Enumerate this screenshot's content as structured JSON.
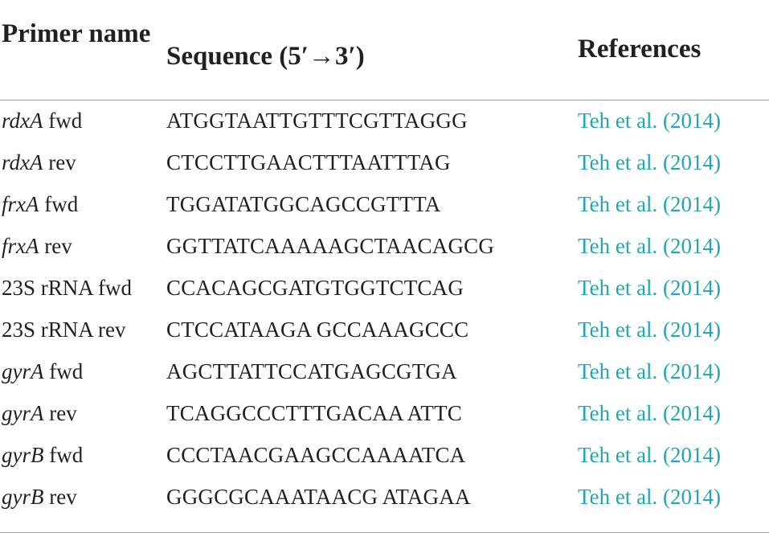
{
  "header": {
    "primer_name": "Primer name",
    "sequence": "Sequence (5′→3′)",
    "references": "References"
  },
  "rows": [
    {
      "gene": "rdxA",
      "suffix": " fwd",
      "sequence": "ATGGTAATTGTTTCGTTAGGG",
      "reference": "Teh et al. (2014)"
    },
    {
      "gene": "rdxA",
      "suffix": " rev",
      "sequence": "CTCCTTGAACTTTAATTTAG",
      "reference": "Teh et al. (2014)"
    },
    {
      "gene": "frxA",
      "suffix": " fwd",
      "sequence": "TGGATATGGCAGCCGTTTA",
      "reference": "Teh et al. (2014)"
    },
    {
      "gene": "frxA",
      "suffix": " rev",
      "sequence": "GGTTATCAAAAAGCTAACAGCG",
      "reference": "Teh et al. (2014)"
    },
    {
      "gene": "",
      "suffix": "23S rRNA fwd",
      "sequence": "CCACAGCGATGTGGTCTCAG",
      "reference": "Teh et al. (2014)"
    },
    {
      "gene": "",
      "suffix": "23S rRNA rev",
      "sequence": "CTCCATAAGA GCCAAAGCCC",
      "reference": "Teh et al. (2014)"
    },
    {
      "gene": "gyrA",
      "suffix": " fwd",
      "sequence": "AGCTTATTCCATGAGCGTGA",
      "reference": "Teh et al. (2014)"
    },
    {
      "gene": "gyrA",
      "suffix": " rev",
      "sequence": "TCAGGCCCTTTGACAA ATTC",
      "reference": "Teh et al. (2014)"
    },
    {
      "gene": "gyrB",
      "suffix": " fwd",
      "sequence": "CCCTAACGAAGCCAAAATCA",
      "reference": "Teh et al. (2014)"
    },
    {
      "gene": "gyrB",
      "suffix": " rev",
      "sequence": "GGGCGCAAATAACG ATAGAA",
      "reference": "Teh et al. (2014)"
    }
  ],
  "colors": {
    "text": "#231f20",
    "link": "#1fa7b5",
    "rule": "#9a9a9a"
  }
}
